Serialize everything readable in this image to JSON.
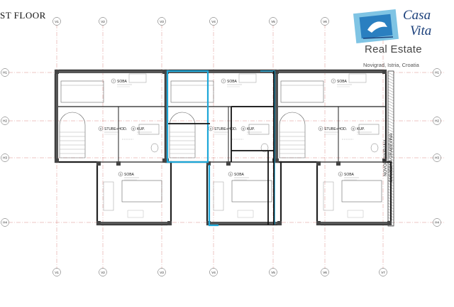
{
  "floor_title": "ST FLOOR",
  "brand": {
    "script_line1": "Casa",
    "script_line2": "Vita",
    "name": "Real Estate",
    "location": "Novigrad, Istria, Croatia",
    "logo_colors": [
      "#7fc4e4",
      "#2a7fc0",
      "#1a3f7a"
    ]
  },
  "grid_columns": [
    "V1",
    "V2",
    "V3",
    "V4",
    "V5",
    "V6",
    "V7"
  ],
  "grid_rows": [
    "H1",
    "H2",
    "H3",
    "H4"
  ],
  "units": [
    {
      "rooms": [
        {
          "number": "7",
          "name": "SOBA"
        },
        {
          "number": "6",
          "name": "STUBE+HOD."
        },
        {
          "number": "8",
          "name": "KUP."
        },
        {
          "number": "9",
          "name": "SOBA"
        }
      ]
    },
    {
      "rooms": [
        {
          "number": "7",
          "name": "SOBA"
        },
        {
          "number": "6",
          "name": "STUBE+HOD."
        },
        {
          "number": "8",
          "name": "KUP."
        },
        {
          "number": "9",
          "name": "SOBA"
        }
      ]
    },
    {
      "rooms": [
        {
          "number": "7",
          "name": "SOBA"
        },
        {
          "number": "6",
          "name": "STUBE+HOD."
        },
        {
          "number": "8",
          "name": "KUP."
        },
        {
          "number": "9",
          "name": "SOBA"
        }
      ]
    }
  ],
  "neighbour_label": {
    "line1": "NOVOPLANIRANA",
    "line2": "SUSJEDNA GRAĐEVINA"
  },
  "highlight_color": "#1ea7d8"
}
